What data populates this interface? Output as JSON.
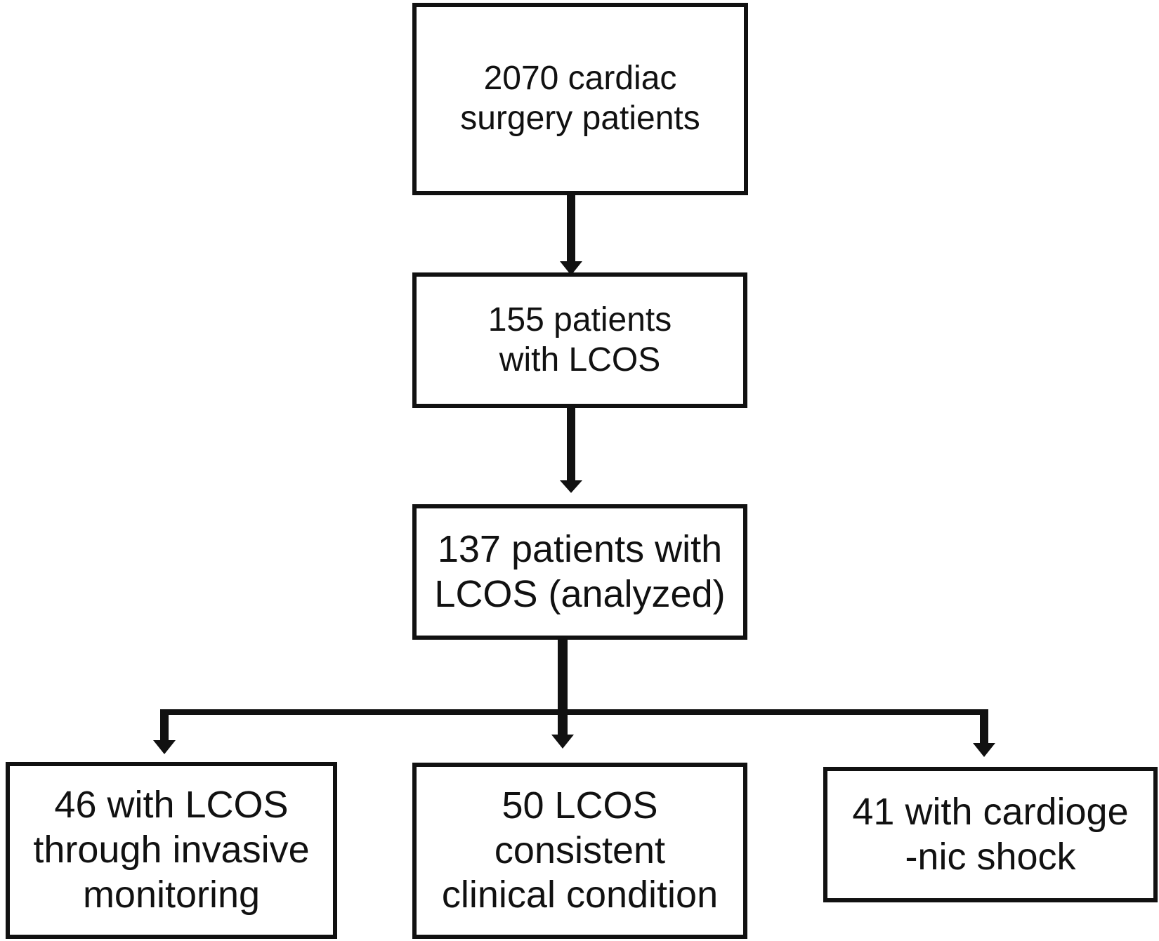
{
  "diagram": {
    "nodes": {
      "total": {
        "lines": [
          "2070 cardiac",
          "surgery patients"
        ]
      },
      "lcos": {
        "lines": [
          "155 patients",
          "with LCOS"
        ]
      },
      "analyzed": {
        "lines": [
          "137 patients with",
          "LCOS (analyzed)"
        ]
      },
      "invasive": {
        "lines": [
          "46 with LCOS",
          "through invasive",
          "monitoring"
        ]
      },
      "clinical": {
        "lines": [
          "50 LCOS",
          "consistent",
          "clinical condition"
        ]
      },
      "shock": {
        "lines": [
          "41 with cardioge",
          "-nic shock"
        ]
      }
    },
    "edges": [
      {
        "from": "total",
        "to": "lcos"
      },
      {
        "from": "lcos",
        "to": "analyzed"
      },
      {
        "from": "analyzed",
        "to": "invasive"
      },
      {
        "from": "analyzed",
        "to": "clinical"
      },
      {
        "from": "analyzed",
        "to": "shock"
      }
    ],
    "colors": {
      "stroke": "#111111",
      "background": "#ffffff"
    }
  }
}
